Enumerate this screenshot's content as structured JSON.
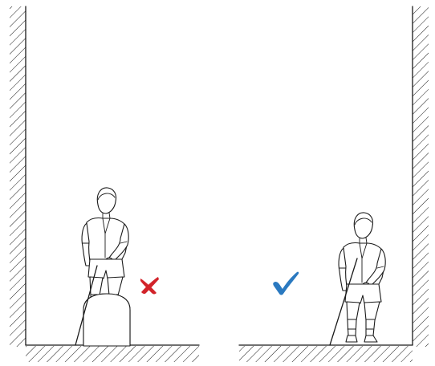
{
  "diagram": {
    "left_panel": {
      "verdict": "incorrect",
      "mark_icon": "cross-mark-icon",
      "mark_color": "#d2232a",
      "obstacle": "rounded-obstacle"
    },
    "right_panel": {
      "verdict": "correct",
      "mark_icon": "check-mark-icon",
      "mark_color": "#2a79c0"
    },
    "figure_icon": "person-with-white-cane-icon",
    "line_color": "#1a1a1a"
  }
}
